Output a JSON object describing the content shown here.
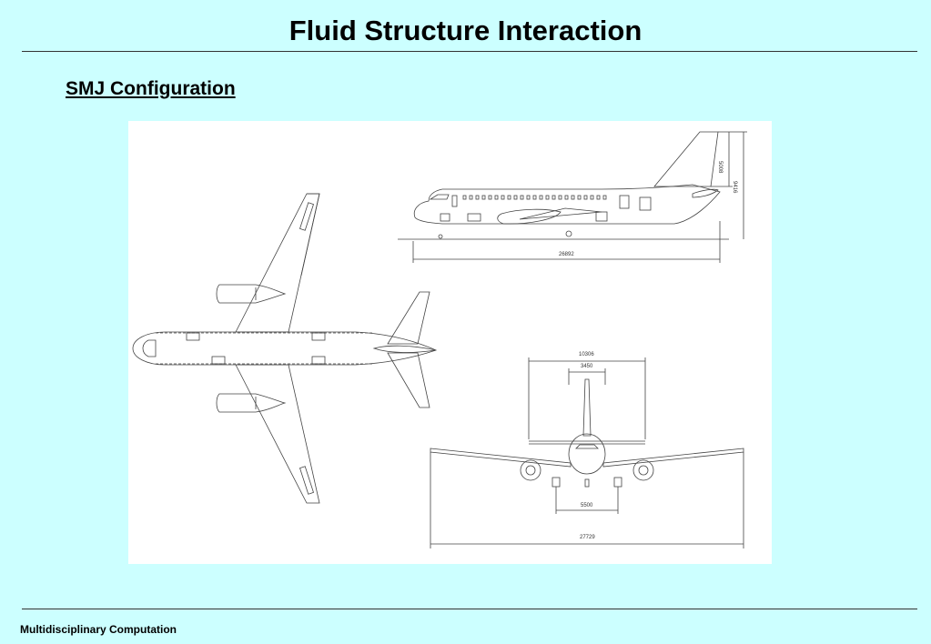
{
  "header": {
    "title": "Fluid Structure Interaction"
  },
  "section": {
    "subtitle": "SMJ  Configuration"
  },
  "drawing": {
    "side_view": {
      "overall_length": "26892",
      "tail_height": "5008",
      "overall_height": "9416"
    },
    "front_view": {
      "track_outer": "10306",
      "track_inner": "3450",
      "gear_track": "5500",
      "wing_span": "27729"
    }
  },
  "footer": {
    "text": "Multidisciplinary Computation"
  }
}
